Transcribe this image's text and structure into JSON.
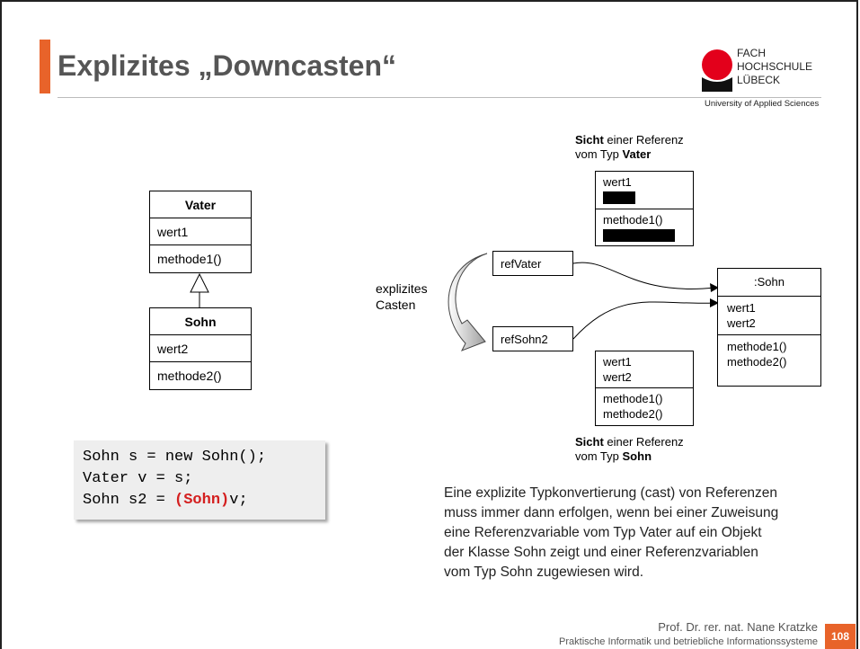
{
  "slide": {
    "title": "Explizites „Downcasten“",
    "logo": {
      "line1": "FACH",
      "line2": "HOCHSCHULE",
      "line3": "LÜBECK",
      "subtitle": "University of Applied Sciences",
      "colors": {
        "red": "#e3001b",
        "black": "#111111"
      }
    },
    "accent_color": "#e8632a"
  },
  "uml": {
    "vater": {
      "name": "Vater",
      "attribute": "wert1",
      "method": "methode1()"
    },
    "sohn": {
      "name": "Sohn",
      "attribute": "wert2",
      "method": "methode2()"
    }
  },
  "code": {
    "line1": "Sohn s = new Sohn();",
    "line2": "Vater v = s;",
    "line3_prefix": "Sohn s2 = ",
    "line3_cast": "(Sohn)",
    "line3_suffix": "v;"
  },
  "diagram": {
    "vater_view": {
      "caption_bold": "Sicht",
      "caption_rest": " einer Referenz",
      "caption_line2_prefix": "vom Typ ",
      "caption_line2_bold": "Vater",
      "attr_visible": "wert1",
      "method_visible": "methode1()"
    },
    "cast_label_line1": "explizites",
    "cast_label_line2": "Casten",
    "ref_vater": "refVater",
    "ref_sohn2": "refSohn2",
    "sohn_object": {
      "header": ":Sohn",
      "attr1": "wert1",
      "attr2": "wert2",
      "method1": "methode1()",
      "method2": "methode2()"
    },
    "sohn_view": {
      "attr1": "wert1",
      "attr2": "wert2",
      "method1": "methode1()",
      "method2": "methode2()",
      "caption_bold": "Sicht",
      "caption_rest": " einer Referenz",
      "caption_line2_prefix": "vom Typ ",
      "caption_line2_bold": "Sohn"
    }
  },
  "paragraph": "Eine explizite Typkonvertierung (cast) von Referenzen muss immer dann erfolgen, wenn bei einer Zuweisung eine Referenzvariable vom Typ Vater auf ein Objekt der Klasse Sohn zeigt und einer Referenzvariablen vom Typ Sohn zugewiesen wird.",
  "footer": {
    "author": "Prof. Dr. rer. nat. Nane Kratzke",
    "department": "Praktische Informatik und betriebliche Informationssysteme",
    "page": "108"
  }
}
